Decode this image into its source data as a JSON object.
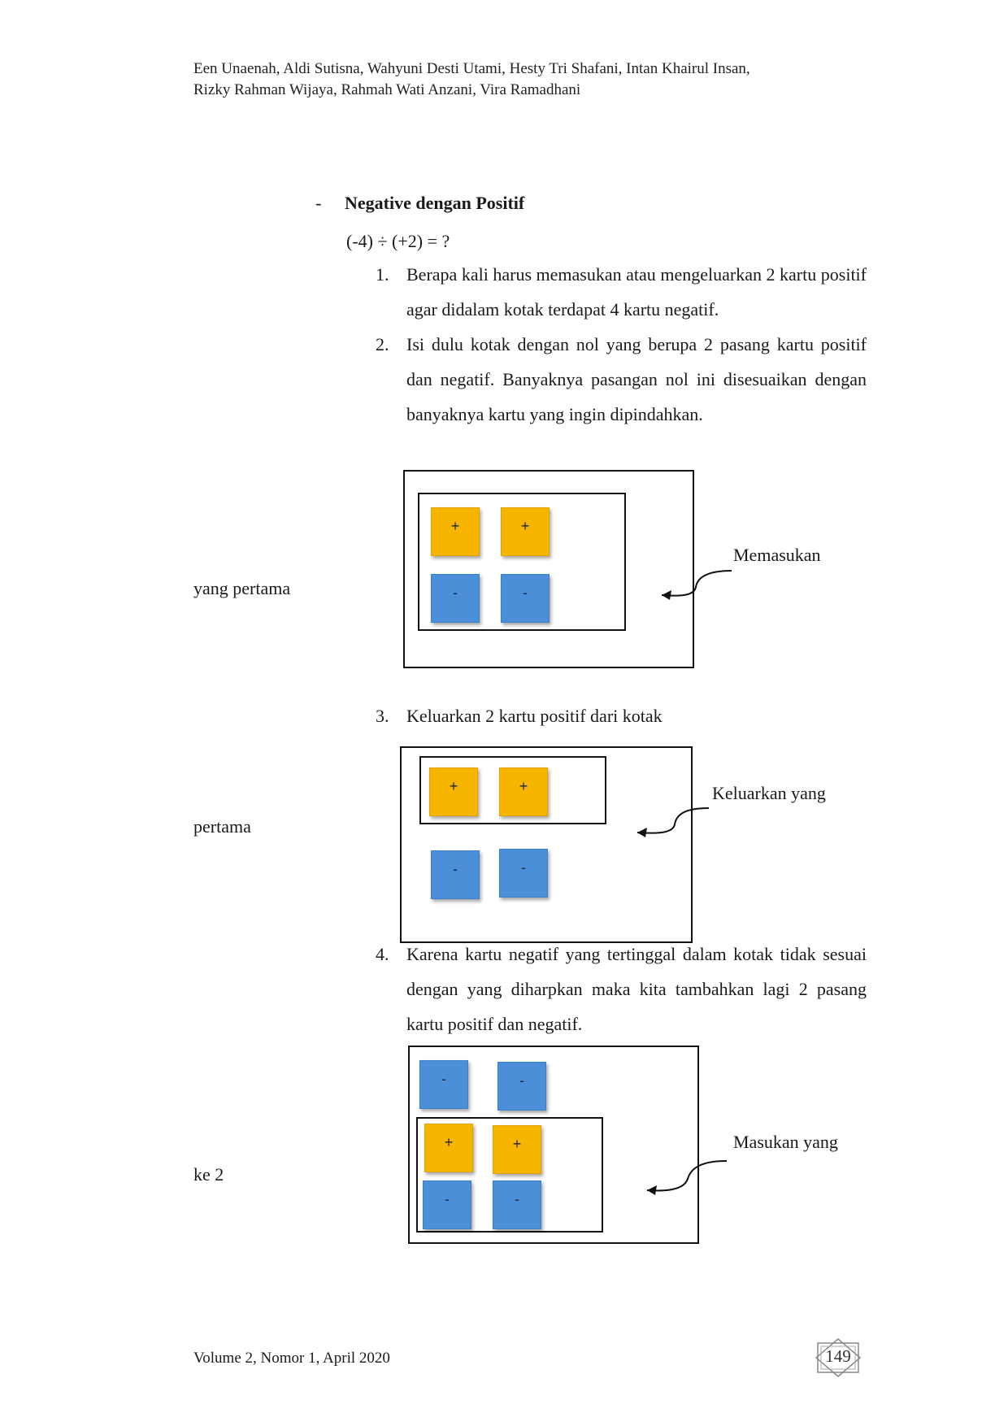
{
  "header": {
    "authors_line1": "Een Unaenah, Aldi Sutisna, Wahyuni Desti Utami, Hesty Tri Shafani, Intan Khairul Insan,",
    "authors_line2": "Rizky Rahman Wijaya, Rahmah Wati Anzani, Vira Ramadhani"
  },
  "section": {
    "bullet": "-",
    "title": "Negative dengan Positif",
    "equation": "(-4) ÷ (+2) = ?"
  },
  "steps": [
    {
      "num": "1.",
      "text": "Berapa kali harus memasukan atau mengeluarkan 2 kartu positif agar didalam kotak terdapat 4 kartu negatif."
    },
    {
      "num": "2.",
      "text": "Isi dulu kotak dengan nol yang berupa 2 pasang kartu positif dan negatif. Banyaknya pasangan nol ini disesuaikan dengan banyaknya kartu yang ingin dipindahkan."
    },
    {
      "num": "3.",
      "text": "Keluarkan 2 kartu positif dari kotak"
    },
    {
      "num": "4.",
      "text": "Karena kartu negatif yang tertinggal dalam kotak tidak sesuai dengan yang diharpkan maka kita tambahkan lagi 2 pasang kartu positif dan negatif."
    }
  ],
  "figures": [
    {
      "label": "Memasukan",
      "side_text": "yang pertama"
    },
    {
      "label": "Keluarkan yang",
      "side_text": "pertama"
    },
    {
      "label": "Masukan yang",
      "side_text": "ke 2"
    }
  ],
  "cards": {
    "positive": "+",
    "negative": "-"
  },
  "colors": {
    "positive_card": "#f7b500",
    "negative_card": "#4a8fd8"
  },
  "footer": {
    "volume": "Volume 2, Nomor 1, April  2020",
    "page": "149"
  }
}
